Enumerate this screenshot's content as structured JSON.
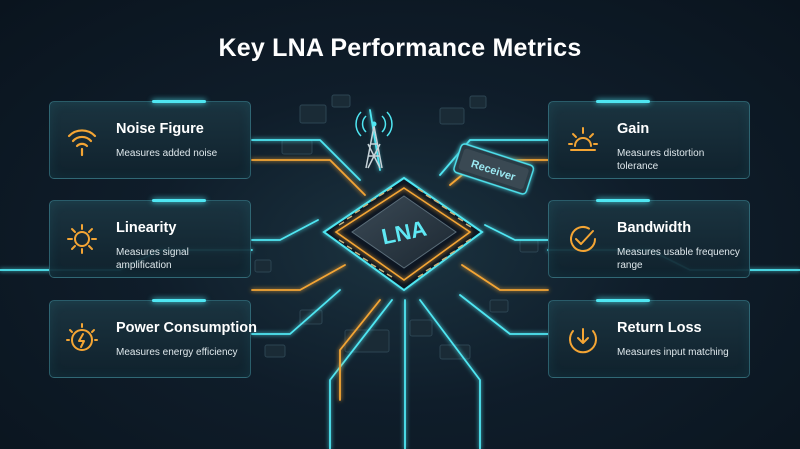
{
  "title": "Key LNA Performance Metrics",
  "chip_label": "LNA",
  "receiver_label": "Receiver",
  "colors": {
    "accent_cyan": "#4fe6f2",
    "accent_orange": "#f4a534",
    "background": "#0f1d2a"
  },
  "metrics_left": [
    {
      "name": "Noise Figure",
      "description": "Measures added noise",
      "icon": "wifi-signal-icon"
    },
    {
      "name": "Linearity",
      "description": "Measures signal amplification",
      "icon": "sun-icon"
    },
    {
      "name": "Power Consumption",
      "description": "Measures energy efficiency",
      "icon": "power-bolt-icon"
    }
  ],
  "metrics_right": [
    {
      "name": "Gain",
      "description": "Measures distortion tolerance",
      "icon": "sunrise-icon"
    },
    {
      "name": "Bandwidth",
      "description": "Measures usable frequency range",
      "icon": "check-gauge-icon"
    },
    {
      "name": "Return Loss",
      "description": "Measures input matching",
      "icon": "return-arrow-icon"
    }
  ]
}
